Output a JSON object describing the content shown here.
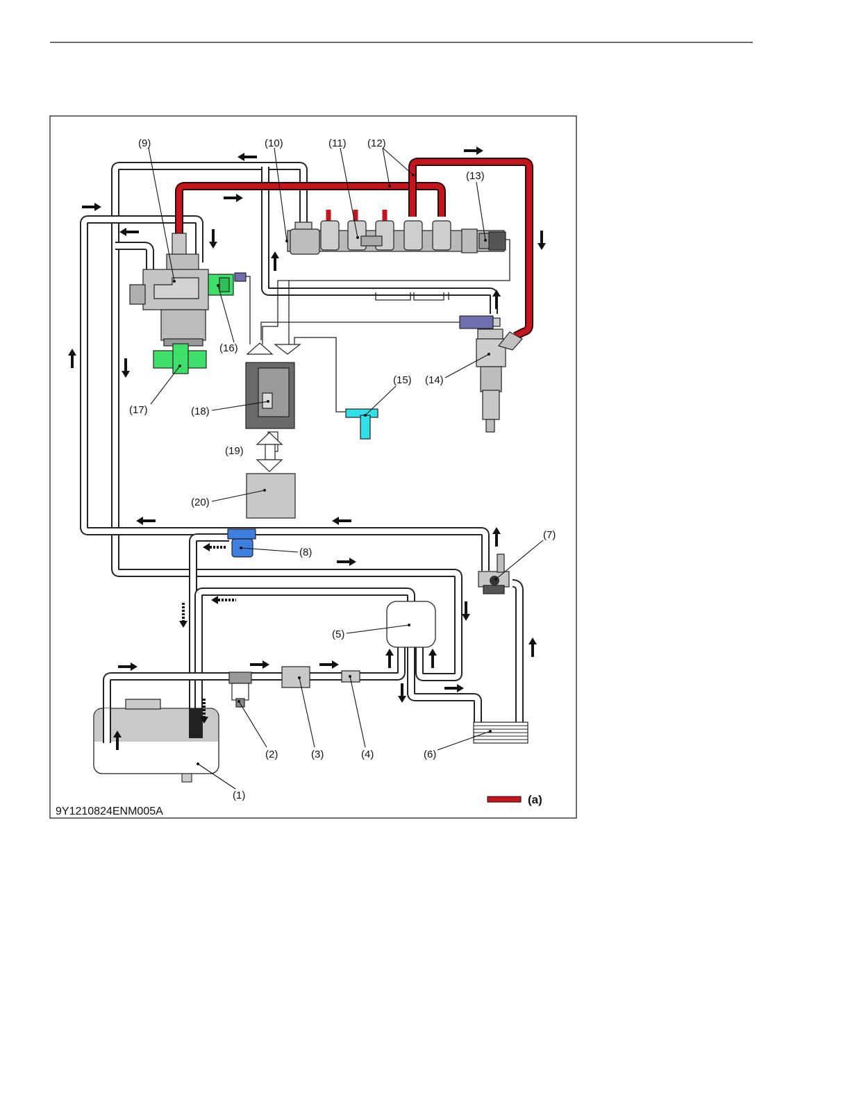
{
  "figure_code": "9Y1210824ENM005A",
  "legend": {
    "label": "(a)",
    "color": "#c4161c"
  },
  "labels": {
    "p1": "(1)",
    "p2": "(2)",
    "p3": "(3)",
    "p4": "(4)",
    "p5": "(5)",
    "p6": "(6)",
    "p7": "(7)",
    "p8": "(8)",
    "p9": "(9)",
    "p10": "(10)",
    "p11": "(11)",
    "p12": "(12)",
    "p13": "(13)",
    "p14": "(14)",
    "p15": "(15)",
    "p16": "(16)",
    "p17": "(17)",
    "p18": "(18)",
    "p19": "(19)",
    "p20": "(20)"
  },
  "colors": {
    "high_pressure_line": "#c4161c",
    "pump_green": "#3ee06a",
    "sensor_cyan": "#2fe0e8",
    "filter_blue": "#3f7fe0",
    "connector_purple": "#6f6fb0",
    "part_gray": "#c8c8c8",
    "tank_fill": "#c9c9c9"
  },
  "icons": [
    "arrow-right-icon",
    "arrow-left-icon",
    "arrow-up-icon",
    "arrow-down-icon",
    "dashed-arrow-icon"
  ]
}
